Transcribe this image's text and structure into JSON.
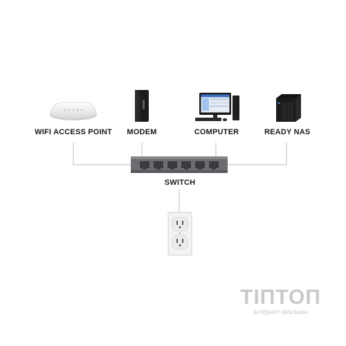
{
  "diagram": {
    "devices": {
      "wifi_access_point": "WIFI ACCESS POINT",
      "modem": "MODEM",
      "computer": "COMPUTER",
      "ready_nas": "READY NAS",
      "switch": "SWITCH"
    },
    "port_count": 6
  },
  "watermark": {
    "logo": "TIПТОП",
    "subtitle": "інтернет-магазин"
  },
  "colors": {
    "line": "#c8c8c8",
    "switch_body": "#6b6d71",
    "port": "#3a3b3e",
    "label": "#1a1a1a",
    "watermark": "#c9c9c9"
  }
}
